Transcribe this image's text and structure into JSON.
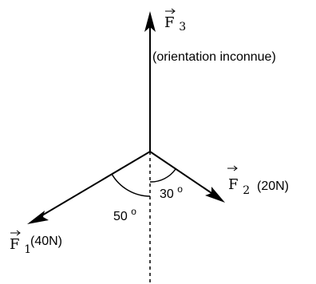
{
  "colors": {
    "stroke": "#000000",
    "background": "#ffffff"
  },
  "forces": {
    "f3": {
      "symbol": "F",
      "subscript": "3",
      "note": "(orientation inconnue)"
    },
    "f2": {
      "symbol": "F",
      "subscript": "2",
      "magnitude": "(20N)"
    },
    "f1": {
      "symbol": "F",
      "subscript": "1",
      "magnitude": "(40N)"
    }
  },
  "angles": {
    "left": {
      "value": "50",
      "unit": "o"
    },
    "right": {
      "value": "30",
      "unit": "o"
    }
  }
}
